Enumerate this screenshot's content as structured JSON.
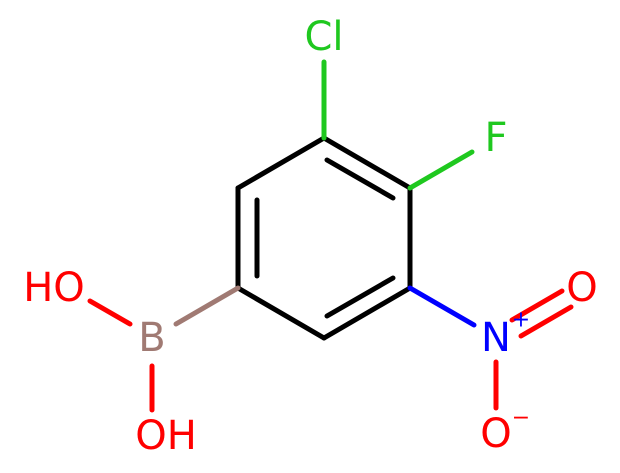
{
  "molecule": {
    "atoms": {
      "cl": "Cl",
      "f": "F",
      "n": "N",
      "n_charge": "+",
      "o_double": "O",
      "o_single": "O",
      "o_charge": "−",
      "b": "B",
      "oh_top": "HO",
      "oh_bottom": "OH"
    },
    "colors": {
      "carbon_bond": "#000000",
      "chlorine": "#1fc81f",
      "fluorine": "#1fc81f",
      "nitrogen": "#0000ff",
      "oxygen": "#ff0000",
      "boron": "#a07a73"
    }
  }
}
